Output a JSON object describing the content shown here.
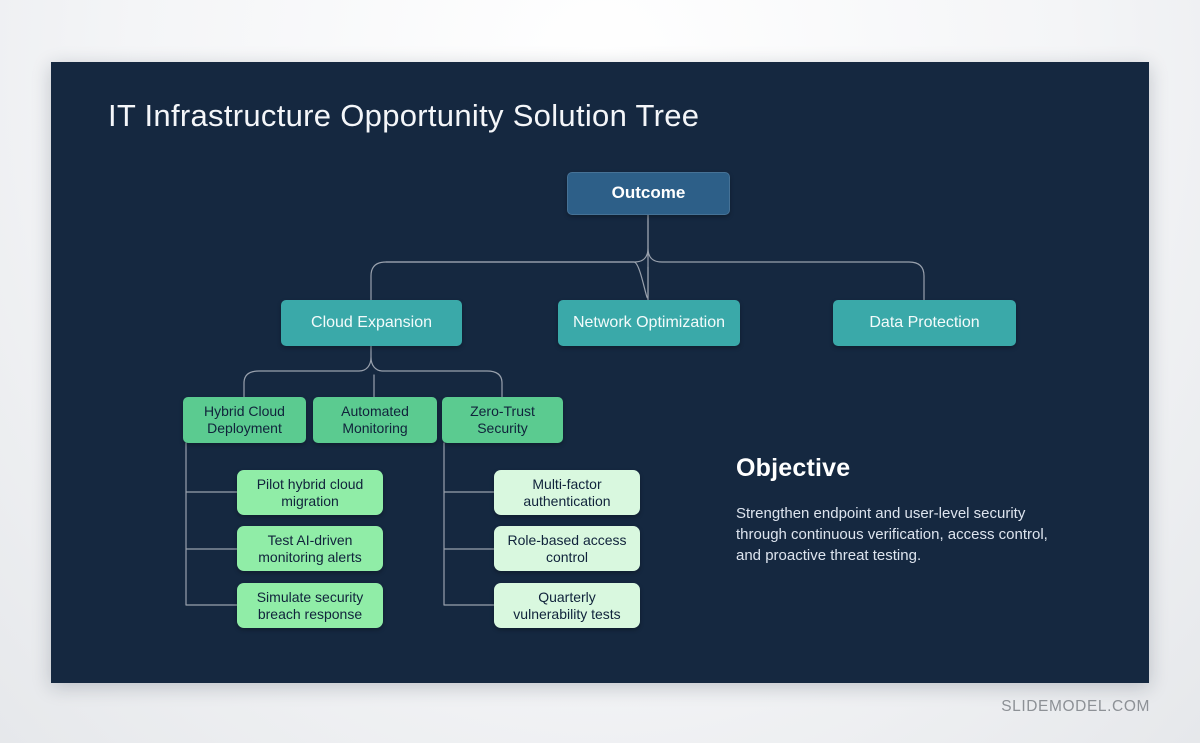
{
  "page": {
    "brand": "SLIDEMODEL.COM"
  },
  "slide": {
    "title": "IT Infrastructure Opportunity Solution Tree",
    "tree": {
      "outcome": {
        "label": "Outcome",
        "color": "#2d5f88"
      },
      "opportunities": [
        {
          "label": "Cloud Expansion",
          "color": "#3aa9a9"
        },
        {
          "label": "Network Optimization",
          "color": "#3aa9a9"
        },
        {
          "label": "Data Protection",
          "color": "#3aa9a9"
        }
      ],
      "solutions": [
        {
          "label": "Hybrid Cloud Deployment",
          "color": "#5bcb90",
          "parent": "Cloud Expansion"
        },
        {
          "label": "Automated Monitoring",
          "color": "#5bcb90",
          "parent": "Cloud Expansion"
        },
        {
          "label": "Zero-Trust Security",
          "color": "#5bcb90",
          "parent": "Cloud Expansion"
        }
      ],
      "experiments": {
        "hybrid_cloud_deployment": [
          {
            "label": "Pilot hybrid cloud migration",
            "color": "#90eda7"
          },
          {
            "label": "Test AI-driven monitoring alerts",
            "color": "#90eda7"
          },
          {
            "label": "Simulate security breach response",
            "color": "#90eda7"
          }
        ],
        "zero_trust_security": [
          {
            "label": "Multi-factor authentication",
            "color": "#d9f8df"
          },
          {
            "label": "Role-based access control",
            "color": "#d9f8df"
          },
          {
            "label": "Quarterly vulnerability tests",
            "color": "#d9f8df"
          }
        ]
      }
    },
    "objective": {
      "heading": "Objective",
      "body": "Strengthen endpoint and user-level security through continuous verification, access control, and proactive threat testing."
    },
    "colors": {
      "slide_background": "#152840",
      "title_text": "#f4f6f9",
      "connector": "#99a1ad",
      "dark_node_text": "#10233b"
    }
  }
}
